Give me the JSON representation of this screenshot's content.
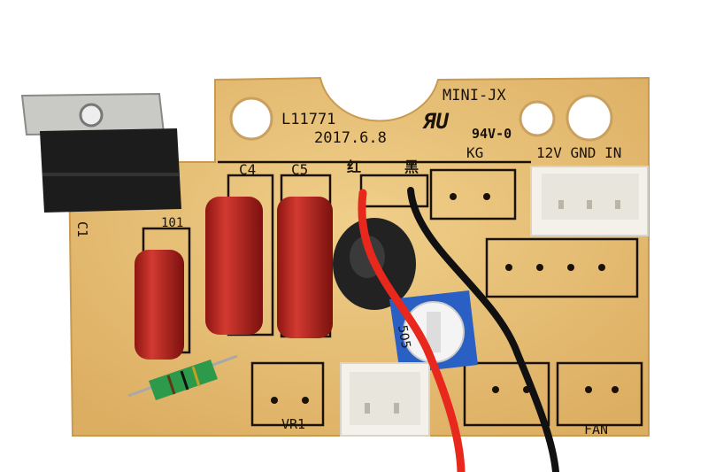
{
  "board": {
    "part_number": "L11771",
    "date": "2017.6.8",
    "model": "MINI-JX",
    "flammability": "94V-0",
    "ul_mark": "UL",
    "labels": {
      "kg": "KG",
      "power_in": "12V GND IN",
      "c4": "C4",
      "c5": "C5",
      "cap_value": "101",
      "c1": "C1",
      "red": "红",
      "black": "黑",
      "vr1": "VR1",
      "fan": "FAN"
    },
    "potentiometer_marking": "505"
  },
  "colors": {
    "pcb": "#e8c27a",
    "capacitor": "#b3201c",
    "potentiometer": "#2a5fc4",
    "resistor": "#2c9a4a",
    "wire_red": "#e8281c",
    "wire_black": "#111111"
  }
}
